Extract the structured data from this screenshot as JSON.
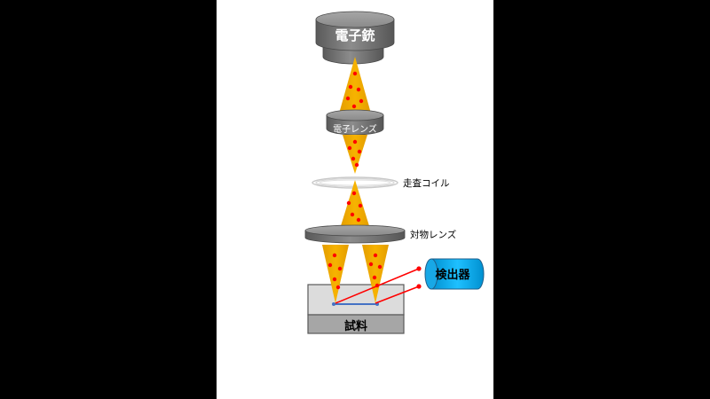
{
  "diagram": {
    "electron_gun_label": "電子銃",
    "electron_lens_label": "電子レンズ",
    "scan_coil_label": "走査コイル",
    "objective_lens_label": "対物レンズ",
    "detector_label": "検出器",
    "sample_label": "試料"
  },
  "colors": {
    "background": "#000000",
    "slide": "#ffffff",
    "lens_gray": "#7f7f7f",
    "beam": "#f0a800",
    "electron": "#ff0000",
    "detector": "#00b0f0",
    "sample_surface": "#4472c4"
  }
}
